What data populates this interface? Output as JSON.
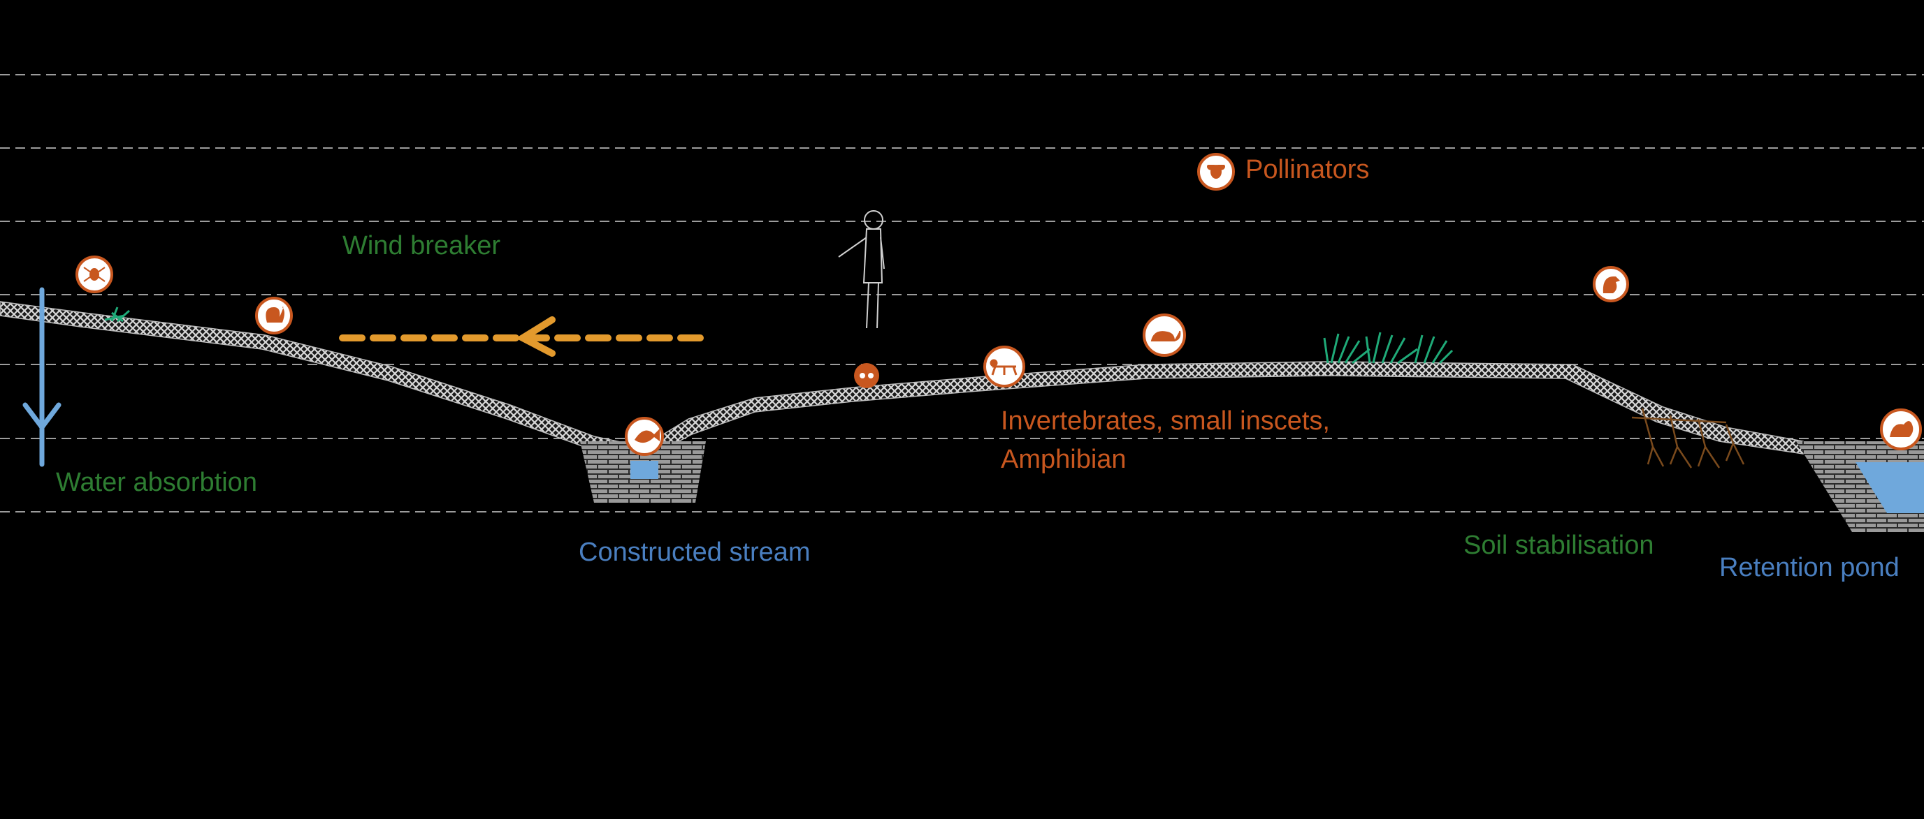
{
  "colors": {
    "background": "#000000",
    "green": "#2e7d32",
    "orange": "#c8571f",
    "blue": "#4a7fc0",
    "arrow": "#e39a2d",
    "water": "#6fa8dc",
    "ground": "#cfcfcf",
    "grass": "#1faa78",
    "roots": "#7a4a1c"
  },
  "labels": {
    "pollinators": "Pollinators",
    "wind_breaker": "Wind breaker",
    "water_absorption": "Water absorbtion",
    "constructed_stream": "Constructed stream",
    "invertebrates_line1": "Invertebrates, small inscets,",
    "invertebrates_line2": "Amphibian",
    "soil_stabilisation": "Soil stabilisation",
    "retention_pond": "Retention pond"
  },
  "icons": [
    {
      "name": "bee-icon"
    },
    {
      "name": "spider-icon"
    },
    {
      "name": "squirrel-icon"
    },
    {
      "name": "fish-icon"
    },
    {
      "name": "owl-icon"
    },
    {
      "name": "ant-icon"
    },
    {
      "name": "mouse-icon"
    },
    {
      "name": "bird-icon"
    },
    {
      "name": "frog-icon"
    }
  ]
}
